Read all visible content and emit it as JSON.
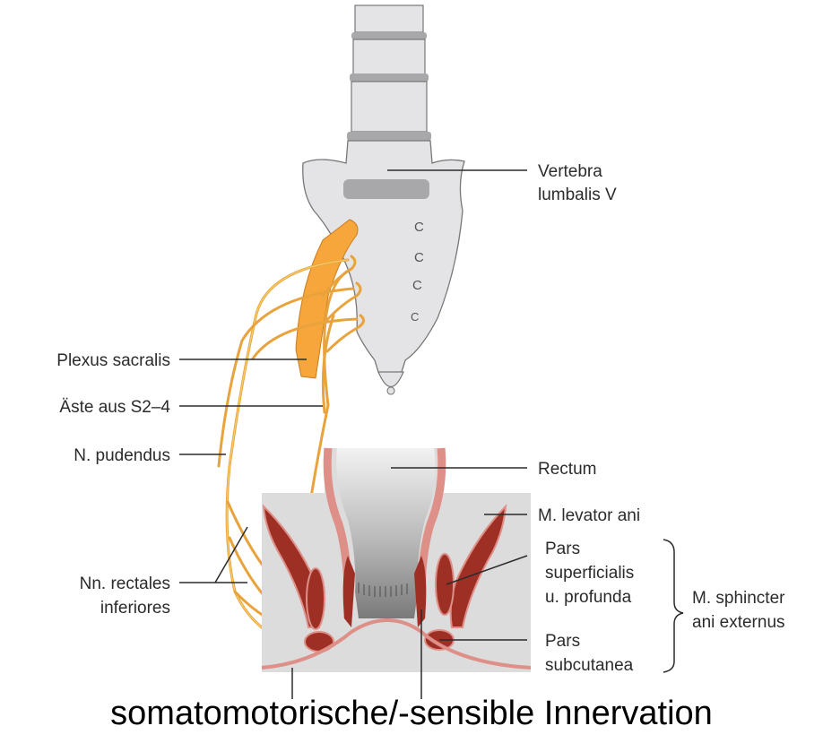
{
  "labels": {
    "vertebra_line1": "Vertebra",
    "vertebra_line2": "lumbalis V",
    "plexus_sacralis": "Plexus sacralis",
    "aeste": "Äste aus S2–4",
    "pudendus": "N. pudendus",
    "rectales_line1": "Nn. rectales",
    "rectales_line2": "inferiores",
    "rectum": "Rectum",
    "levator": "M. levator ani",
    "pars_sup_line1": "Pars",
    "pars_sup_line2": "superficialis",
    "pars_sup_line3": "u. profunda",
    "pars_sub_line1": "Pars",
    "pars_sub_line2": "subcutanea",
    "sphincter_line1": "M. sphincter",
    "sphincter_line2": "ani externus",
    "sacral_marks": [
      "C",
      "C",
      "C",
      "C"
    ]
  },
  "caption": "somatomotorische/-sensible Innervation",
  "colors": {
    "bone": "#e4e4e6",
    "disc": "#a8a8aa",
    "nerve": "#e8a33d",
    "plexus": "#f6a63a",
    "muscle": "#9e2f24",
    "mucosa": "#dd8f88",
    "tissue": "#dcdcdc",
    "lumen": "#8a8a8a"
  }
}
